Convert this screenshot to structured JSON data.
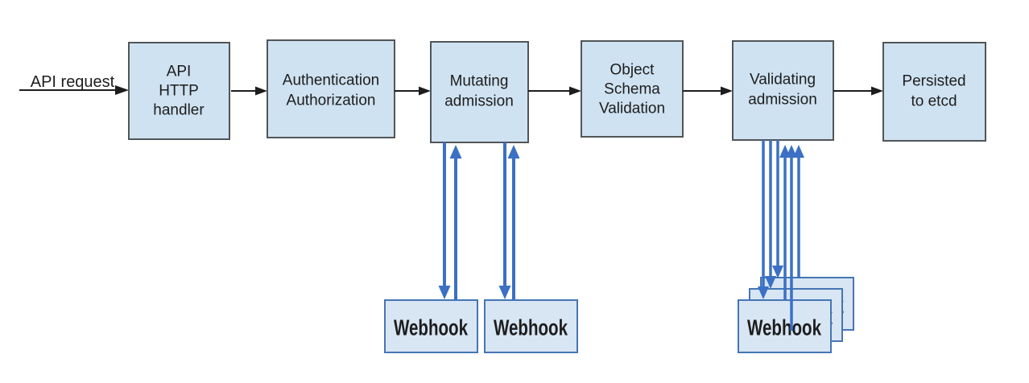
{
  "colors": {
    "node_fill": "#cfe2f1",
    "node_border": "#515558",
    "webhook_fill": "#d8e5f3",
    "webhook_border": "#4576b4",
    "arrow_blue": "#3b70c4",
    "arrow_black": "#1d1d1d",
    "text": "#1d1d1d",
    "background": "#ffffff"
  },
  "flow": {
    "request_label": "API request",
    "nodes": [
      {
        "id": "api-http-handler",
        "lines": [
          "API",
          "HTTP",
          "handler"
        ]
      },
      {
        "id": "authentication-authorization",
        "lines": [
          "Authentication",
          "Authorization"
        ]
      },
      {
        "id": "mutating-admission",
        "lines": [
          "Mutating",
          "admission"
        ]
      },
      {
        "id": "object-schema-validation",
        "lines": [
          "Object",
          "Schema",
          "Validation"
        ]
      },
      {
        "id": "validating-admission",
        "lines": [
          "Validating",
          "admission"
        ]
      },
      {
        "id": "persisted-to-etcd",
        "lines": [
          "Persisted",
          "to etcd"
        ]
      }
    ],
    "mutating_webhooks": [
      {
        "label": "Webhook"
      },
      {
        "label": "Webhook"
      }
    ],
    "validating_webhooks": [
      {
        "label": "Webhook"
      },
      {
        "label": "Webhook"
      },
      {
        "label": "Webhook"
      }
    ]
  }
}
